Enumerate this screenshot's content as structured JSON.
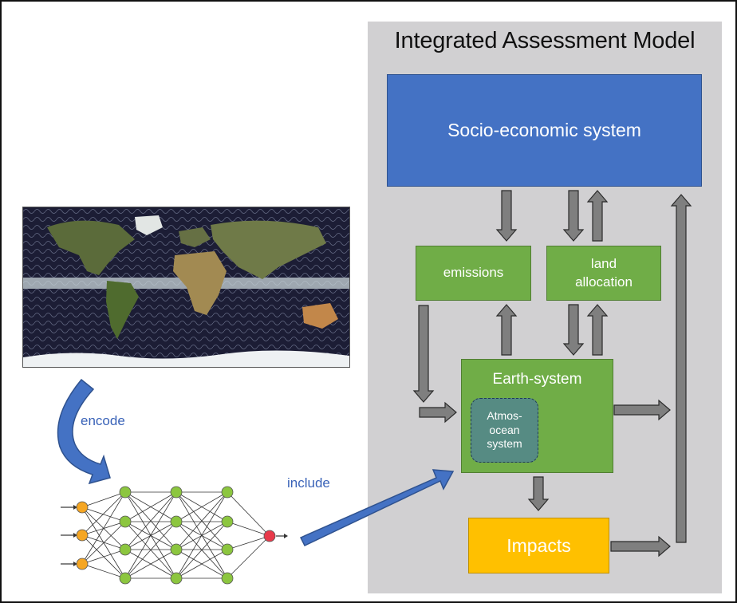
{
  "panel": {
    "title": "Integrated Assessment Model"
  },
  "boxes": {
    "socio": "Socio-economic system",
    "emissions": "emissions",
    "land_line1": "land",
    "land_line2": "allocation",
    "earth": "Earth-system",
    "atmos_line1": "Atmos-",
    "atmos_line2": "ocean",
    "atmos_line3": "system",
    "impacts": "Impacts"
  },
  "labels": {
    "encode": "encode",
    "include": "include"
  },
  "colors": {
    "panel_bg": "#d1d0d2",
    "socio": "#4472c4",
    "green": "#70ad47",
    "atmos": "#568b83",
    "impacts": "#ffc000",
    "arrow_gray": "#7f7f7f",
    "arrow_blue": "#4472c4",
    "nn_input": "#f5a623",
    "nn_hidden": "#8cc63f",
    "nn_output": "#e8394a"
  },
  "icons": [
    "world-map-image",
    "neural-network-icon"
  ]
}
